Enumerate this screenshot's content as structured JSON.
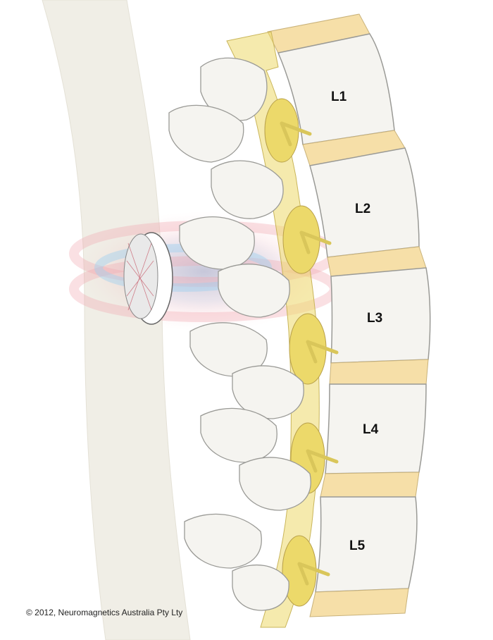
{
  "vertebrae": [
    {
      "id": "l1",
      "label": "L1"
    },
    {
      "id": "l2",
      "label": "L2"
    },
    {
      "id": "l3",
      "label": "L3"
    },
    {
      "id": "l4",
      "label": "L4"
    },
    {
      "id": "l5",
      "label": "L5"
    }
  ],
  "copyright": "© 2012, Neuromagnetics Australia Pty Lty",
  "colors": {
    "bone": "#f5f4f0",
    "bone_outline": "#9a9a96",
    "disc": "#f6dfa8",
    "nerve": "#ecd96a",
    "spinal_cord": "#e9dc86",
    "field_red": "#e8818f",
    "field_blue": "#8cc9ec",
    "body_column": "#f0eee6"
  }
}
